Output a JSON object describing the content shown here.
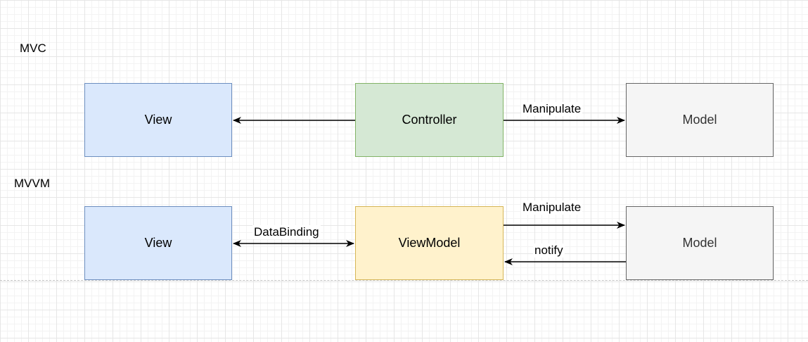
{
  "sections": {
    "mvc": "MVC",
    "mvvm": "MVVM"
  },
  "mvc": {
    "view": "View",
    "controller": "Controller",
    "model": "Model",
    "edge_manipulate": "Manipulate"
  },
  "mvvm": {
    "view": "View",
    "viewmodel": "ViewModel",
    "model": "Model",
    "edge_databinding": "DataBinding",
    "edge_manipulate": "Manipulate",
    "edge_notify": "notify"
  },
  "colors": {
    "view_fill": "#dae8fc",
    "view_stroke": "#6c8ebf",
    "controller_fill": "#d5e8d4",
    "controller_stroke": "#82b366",
    "viewmodel_fill": "#fff2cc",
    "viewmodel_stroke": "#d6b656",
    "model_fill": "#f5f5f5",
    "model_stroke": "#666666",
    "model_text": "#333333",
    "edge": "#000000"
  }
}
